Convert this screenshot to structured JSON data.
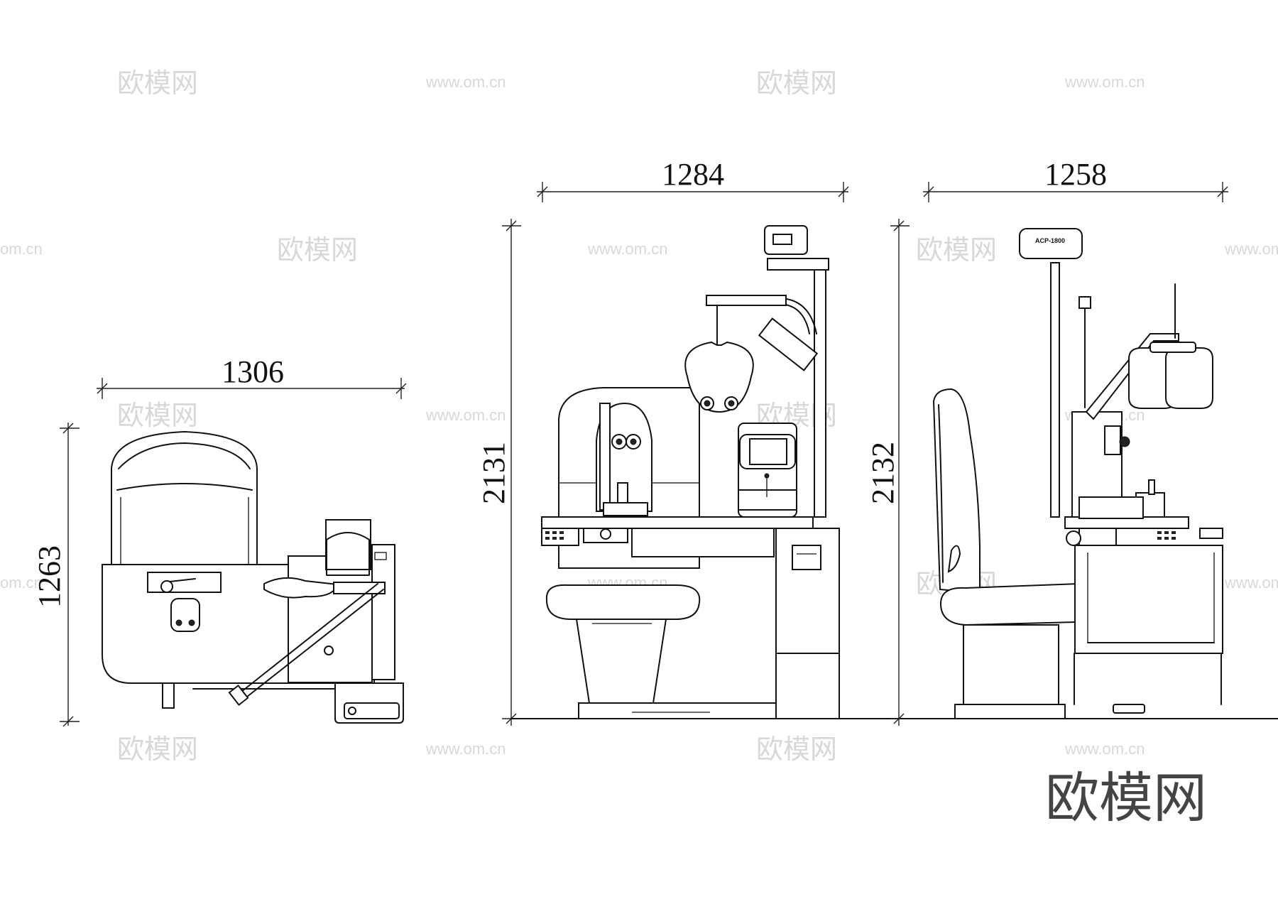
{
  "dimensions": {
    "plan_width": "1306",
    "plan_depth": "1263",
    "front_width": "1284",
    "front_height": "2131",
    "side_width": "1258",
    "side_height": "2132"
  },
  "watermarks": {
    "cn": "欧模网",
    "url": "www.om.cn",
    "url_partial": "om.cn"
  },
  "brand_logo": "欧模网",
  "device_label": "ACP-1800",
  "colors": {
    "line": "#111111",
    "watermark": "#d8d8d8",
    "brand": "#444444"
  }
}
